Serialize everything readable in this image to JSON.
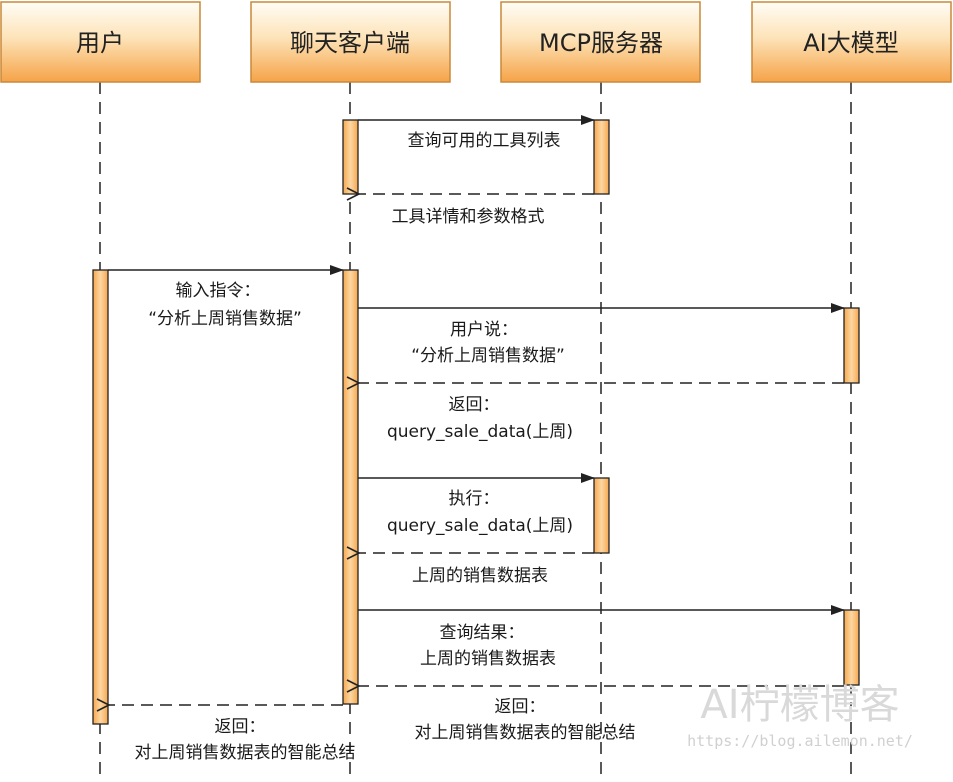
{
  "participants": [
    {
      "id": "user",
      "label": "用户"
    },
    {
      "id": "client",
      "label": "聊天客户端"
    },
    {
      "id": "mcp",
      "label": "MCP服务器"
    },
    {
      "id": "ai",
      "label": "AI大模型"
    }
  ],
  "messages": [
    {
      "id": "m1",
      "from": "client",
      "to": "mcp",
      "kind": "sync",
      "lines": [
        "查询可用的工具列表"
      ]
    },
    {
      "id": "m2",
      "from": "mcp",
      "to": "client",
      "kind": "return",
      "lines": [
        "工具详情和参数格式"
      ]
    },
    {
      "id": "m3",
      "from": "user",
      "to": "client",
      "kind": "sync",
      "lines": [
        "输入指令：",
        "“分析上周销售数据”"
      ]
    },
    {
      "id": "m4",
      "from": "client",
      "to": "ai",
      "kind": "sync",
      "lines": [
        "用户说：",
        "“分析上周销售数据”"
      ]
    },
    {
      "id": "m5",
      "from": "ai",
      "to": "client",
      "kind": "return",
      "lines": [
        "返回：",
        "query_sale_data(上周)"
      ]
    },
    {
      "id": "m6",
      "from": "client",
      "to": "mcp",
      "kind": "sync",
      "lines": [
        "执行：",
        "query_sale_data(上周)"
      ]
    },
    {
      "id": "m7",
      "from": "mcp",
      "to": "client",
      "kind": "return",
      "lines": [
        "上周的销售数据表"
      ]
    },
    {
      "id": "m8",
      "from": "client",
      "to": "ai",
      "kind": "sync",
      "lines": [
        "查询结果：",
        "上周的销售数据表"
      ]
    },
    {
      "id": "m9",
      "from": "ai",
      "to": "client",
      "kind": "return",
      "lines": [
        "返回：",
        "对上周销售数据表的智能总结"
      ]
    },
    {
      "id": "m10",
      "from": "client",
      "to": "user",
      "kind": "return",
      "lines": [
        "返回：",
        "对上周销售数据表的智能总结"
      ]
    }
  ],
  "watermark": {
    "title": "AI柠檬博客",
    "url": "https://blog.ailemon.net/"
  },
  "colors": {
    "box_top": "#fffdf6",
    "box_bottom": "#f5a347",
    "box_border": "#c9883a",
    "activation_fill": "#f8b364",
    "activation_border": "#222222",
    "line": "#222222"
  }
}
